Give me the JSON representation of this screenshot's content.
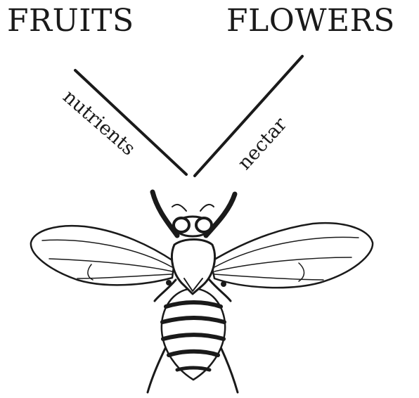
{
  "nodes": {
    "left": "FRUITS",
    "right": "FLOWERS"
  },
  "edges": {
    "left": "nutrients",
    "right": "nectar"
  },
  "subject": {
    "icon": "fly-icon"
  },
  "colors": {
    "ink": "#1a1a1a",
    "background": "#ffffff"
  }
}
